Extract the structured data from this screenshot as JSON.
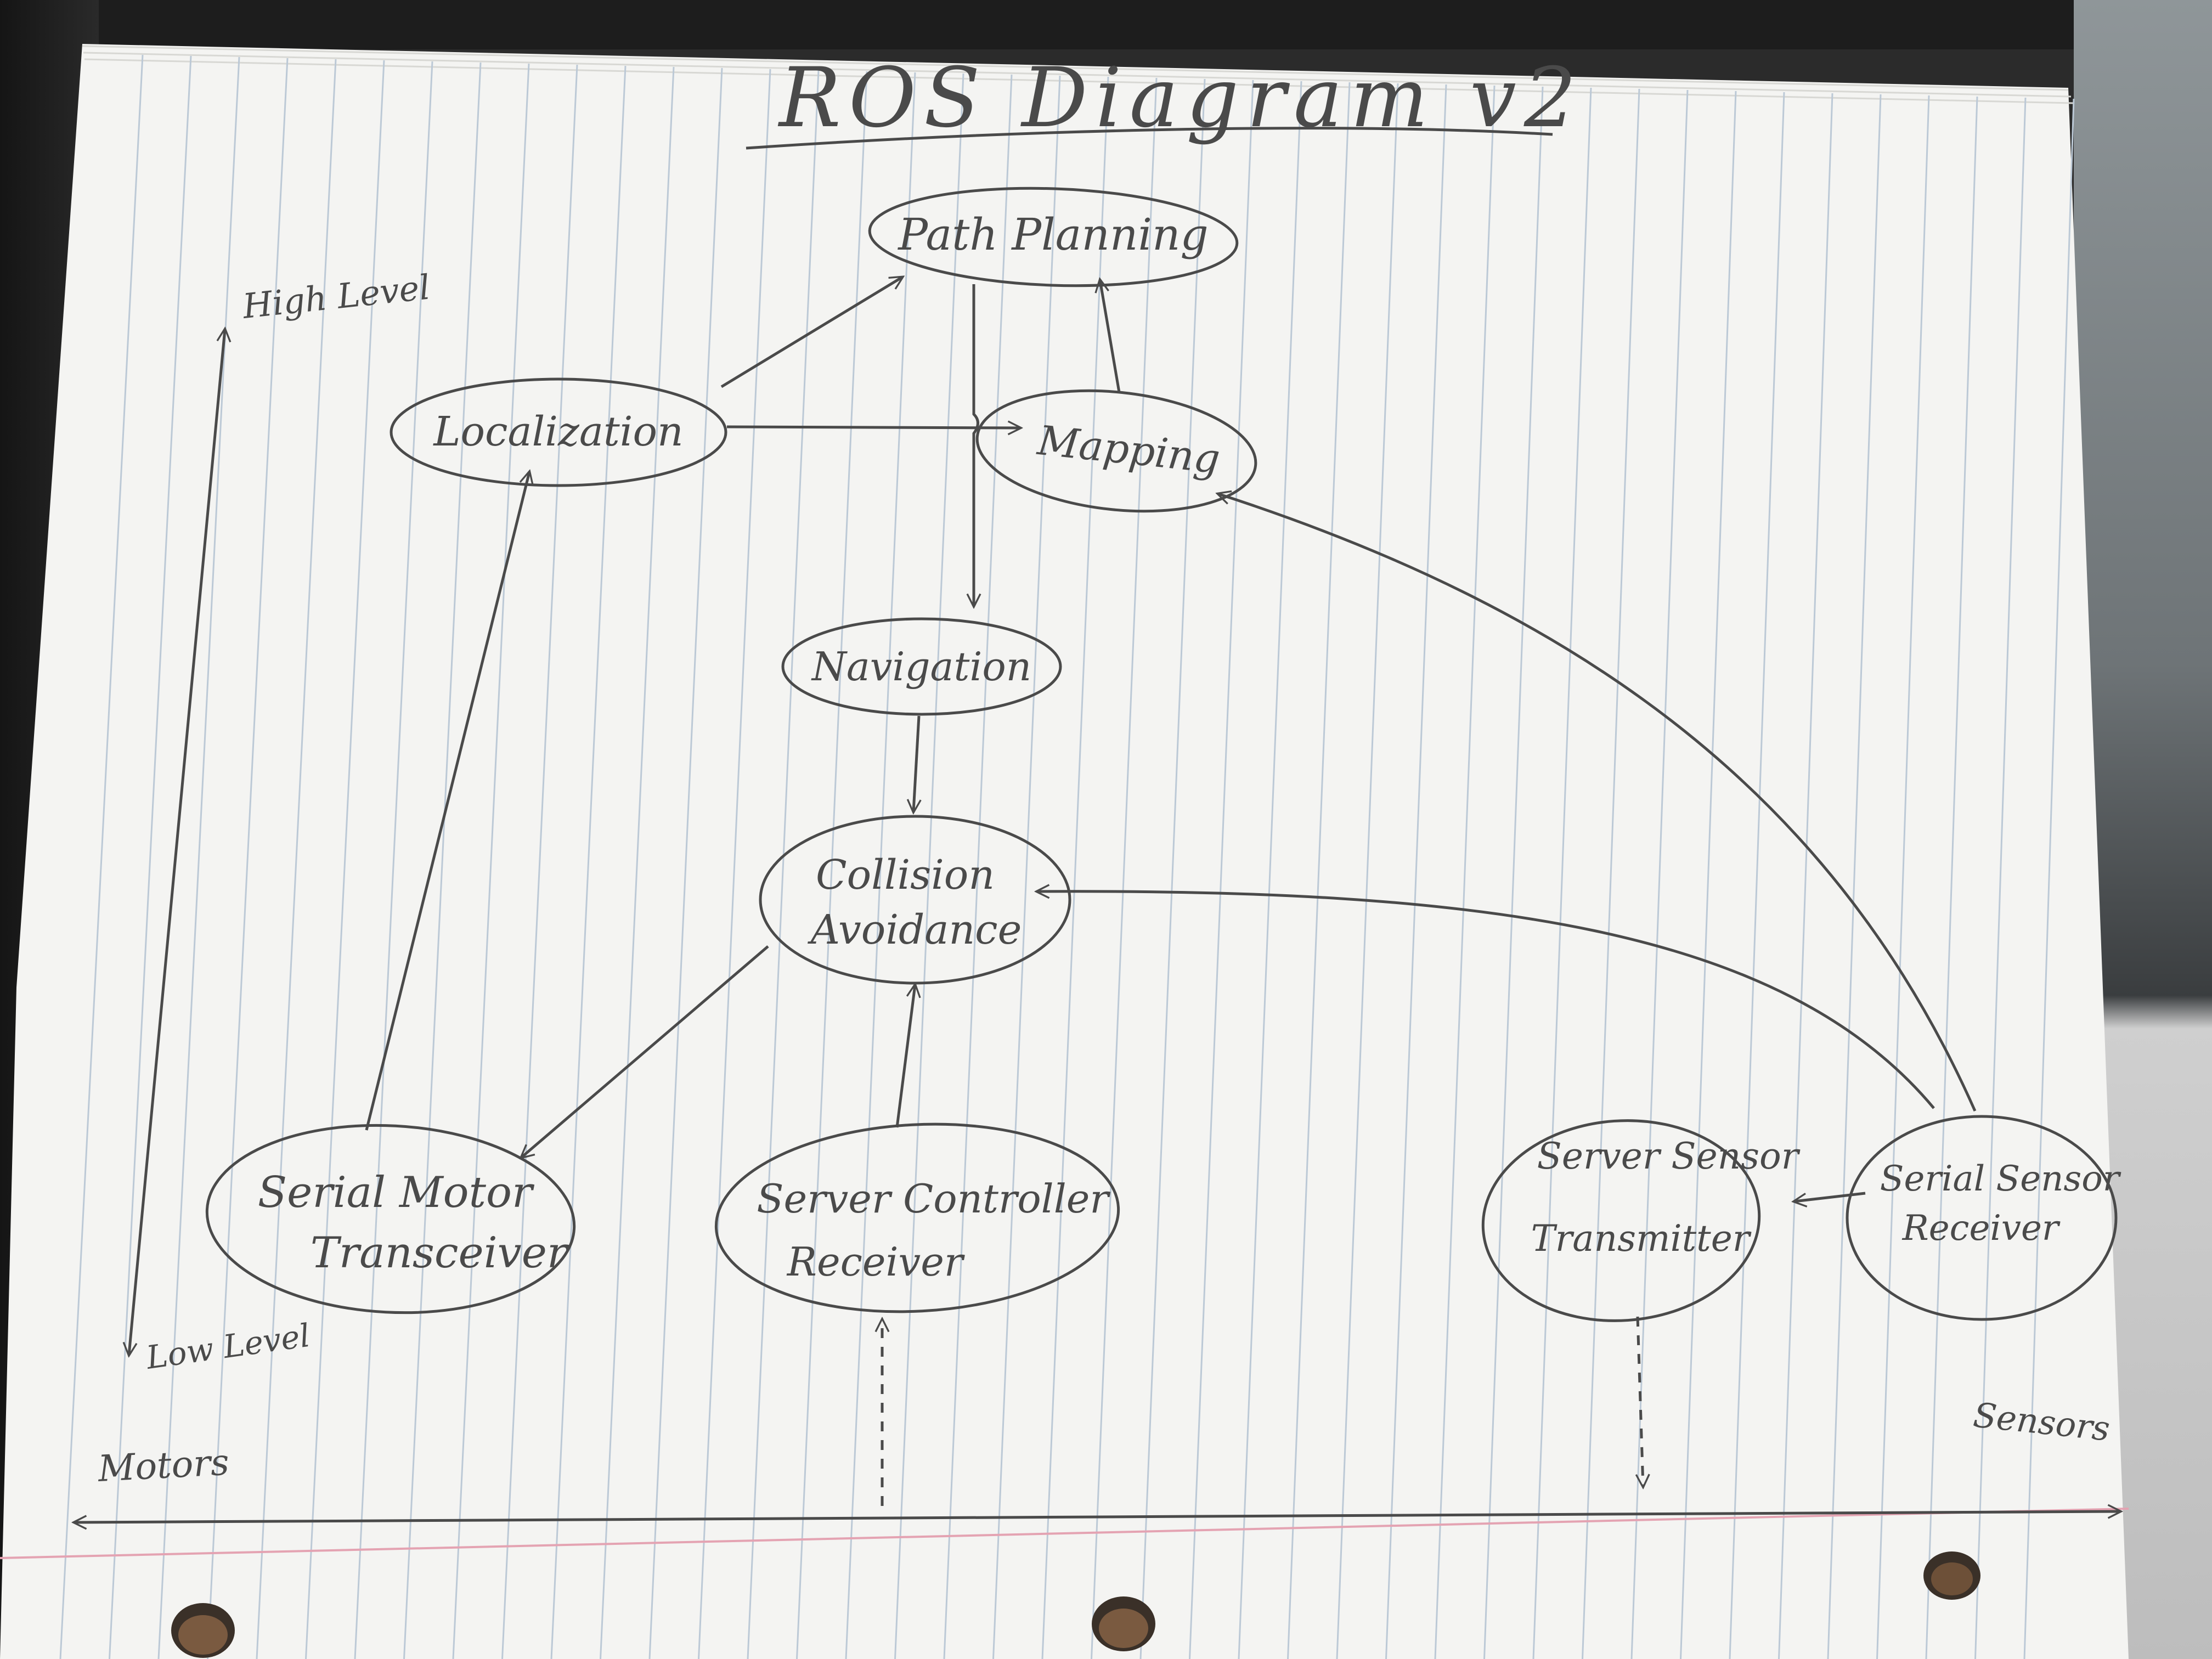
{
  "title": "ROS Diagram v2",
  "axis": {
    "vertical_top_label": "High Level",
    "vertical_bottom_label": "Low Level",
    "horizontal_left_label": "Motors",
    "horizontal_right_label": "Sensors"
  },
  "nodes": {
    "path_planning": "Path Planning",
    "localization": "Localization",
    "mapping": "Mapping",
    "navigation": "Navigation",
    "collision_line1": "Collision",
    "collision_line2": "Avoidance",
    "serial_motor_line1": "Serial Motor",
    "serial_motor_line2": "Transceiver",
    "server_controller_line1": "Server Controller",
    "server_controller_line2": "Receiver",
    "server_sensor_line1": "Server Sensor",
    "server_sensor_line2": "Transmitter",
    "serial_sensor_line1": "Serial Sensor",
    "serial_sensor_line2": "Receiver"
  },
  "edges": [
    {
      "from": "Localization",
      "to": "Path Planning"
    },
    {
      "from": "Localization",
      "to": "Mapping"
    },
    {
      "from": "Mapping",
      "to": "Path Planning"
    },
    {
      "from": "Path Planning",
      "to": "Navigation"
    },
    {
      "from": "Navigation",
      "to": "Collision Avoidance"
    },
    {
      "from": "Collision Avoidance",
      "to": "Serial Motor Transceiver"
    },
    {
      "from": "Serial Motor Transceiver",
      "to": "Localization"
    },
    {
      "from": "Server Controller Receiver",
      "to": "Collision Avoidance"
    },
    {
      "from": "Serial Sensor Receiver",
      "to": "Collision Avoidance"
    },
    {
      "from": "Serial Sensor Receiver",
      "to": "Mapping"
    },
    {
      "from": "Serial Sensor Receiver",
      "to": "Server Sensor Transmitter"
    },
    {
      "from": "Motors/Sensors line",
      "to": "Server Controller Receiver",
      "style": "dashed"
    },
    {
      "from": "Server Sensor Transmitter",
      "to": "Motors/Sensors line",
      "style": "dashed"
    }
  ],
  "colors": {
    "paper": "#f4f4f2",
    "rule_line": "#b9c7d6",
    "margin_line": "#e0a0b0",
    "ink": "#4a4a4a"
  }
}
